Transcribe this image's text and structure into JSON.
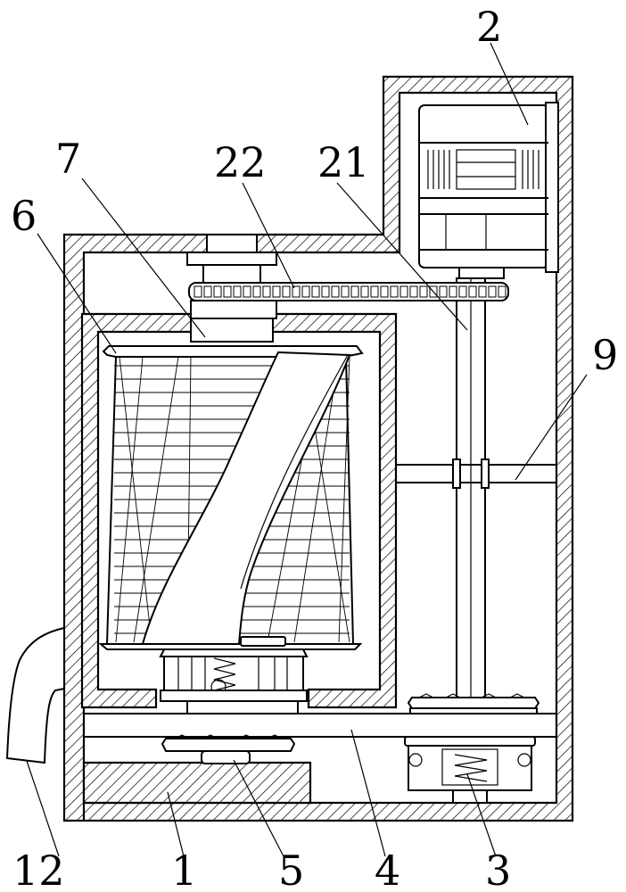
{
  "labels": {
    "l2": "2",
    "l7": "7",
    "l22": "22",
    "l21": "21",
    "l6": "6",
    "l9": "9",
    "l12": "12",
    "l1": "1",
    "l5": "5",
    "l4": "4",
    "l3": "3"
  }
}
